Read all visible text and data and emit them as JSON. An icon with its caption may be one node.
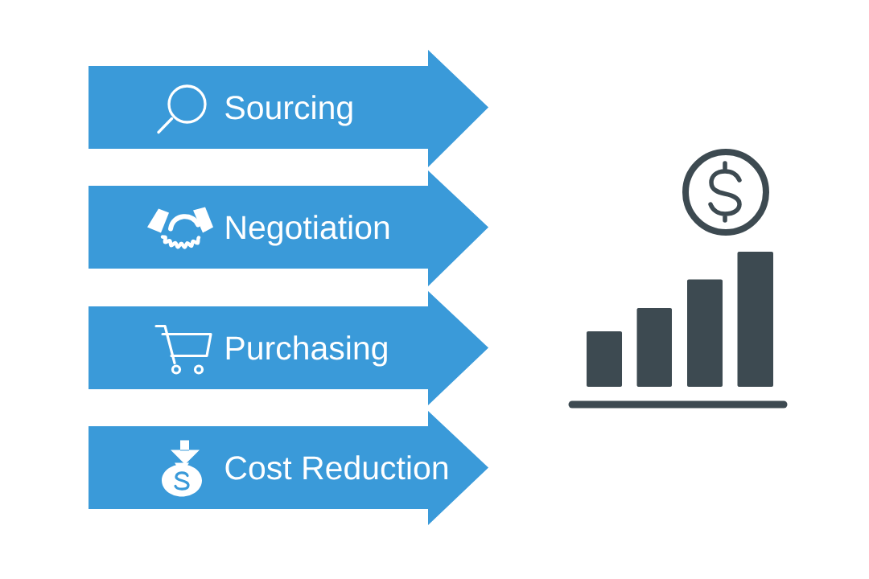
{
  "diagram": {
    "nodes": [
      {
        "text": [
          "Sourcing"
        ]
      },
      {
        "text": [
          "Negotiation"
        ]
      },
      {
        "text": [
          "Purchasing"
        ]
      },
      {
        "text": [
          "Cost Reduction"
        ]
      }
    ]
  }
}
